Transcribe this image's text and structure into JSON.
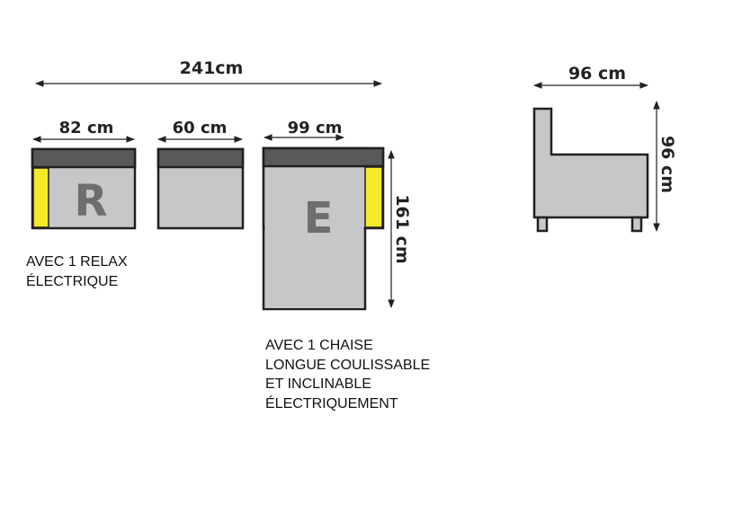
{
  "dimensions": {
    "total_width": "241cm",
    "module_r_width": "82 cm",
    "module_middle_width": "60 cm",
    "module_e_width": "99 cm",
    "module_e_depth": "161 cm",
    "side_width": "96 cm",
    "side_height": "96 cm"
  },
  "modules": {
    "r_letter": "R",
    "e_letter": "E"
  },
  "notes": {
    "relax": [
      "AVEC 1 RELAX",
      "ÉLECTRIQUE"
    ],
    "chaise": [
      "AVEC 1 CHAISE",
      "LONGUE COULISSABLE",
      "ET INCLINABLE",
      "ÉLECTRIQUEMENT"
    ]
  },
  "colors": {
    "seat": "#c6c7c8",
    "backrest": "#58595b",
    "outline": "#231f20",
    "motor_highlight": "#f4ea2a"
  }
}
